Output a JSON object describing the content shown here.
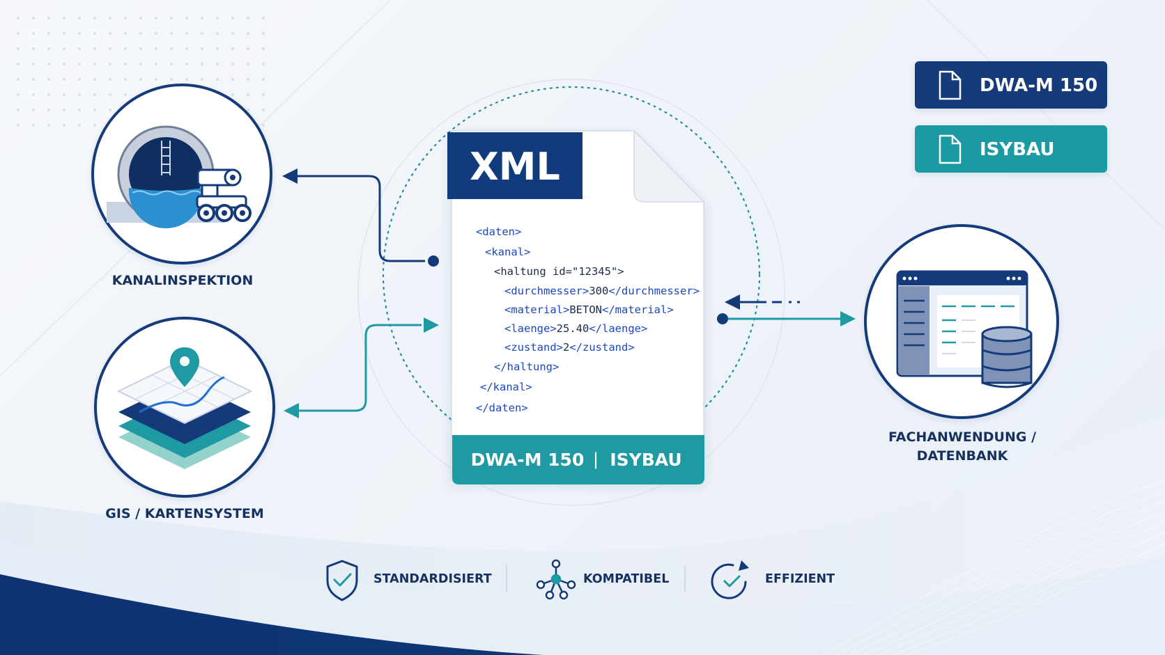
{
  "xml_document": {
    "title": "XML",
    "code_lines": [
      {
        "open": "<daten>",
        "content": "",
        "close": ""
      },
      {
        "open": "<kanal>",
        "content": "",
        "close": ""
      },
      {
        "open": "<haltung id=\"12345\">",
        "content": "",
        "close": ""
      },
      {
        "open": "<durchmesser>",
        "content": "300",
        "close": "</durchmesser>"
      },
      {
        "open": "<material>",
        "content": "BETON",
        "close": "</material>"
      },
      {
        "open": "<laenge>",
        "content": "25.40",
        "close": "</laenge>"
      },
      {
        "open": "<zustand>",
        "content": "2",
        "close": "</zustand>"
      },
      {
        "open": "</haltung>",
        "content": "",
        "close": ""
      },
      {
        "open": "</kanal>",
        "content": "",
        "close": ""
      },
      {
        "open": "</daten>",
        "content": "",
        "close": ""
      }
    ],
    "footer_left": "DWA-M 150",
    "footer_separator": "|",
    "footer_right": "ISYBAU"
  },
  "badges": {
    "dwa": "DWA-M 150",
    "isybau": "ISYBAU"
  },
  "nodes": {
    "kanalinspektion": "KANALINSPEKTION",
    "gis": "GIS / KARTENSYSTEM",
    "fachanwendung_line1": "FACHANWENDUNG /",
    "fachanwendung_line2": "DATENBANK"
  },
  "features": {
    "standardisiert": "STANDARDISIERT",
    "kompatibel": "KOMPATIBEL",
    "effizient": "EFFIZIENT"
  },
  "colors": {
    "navy": "#143a7a",
    "teal": "#1f9aa3",
    "text_dark": "#16305f",
    "code_blue": "#1a48c4"
  }
}
